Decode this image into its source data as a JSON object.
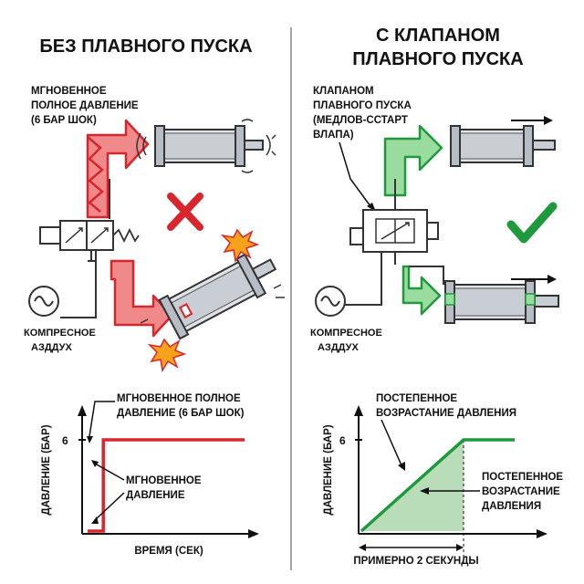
{
  "left": {
    "title": "БЕЗ ПЛАВНОГО ПУСКА",
    "instant_label": [
      "МГНОВЕННОЕ",
      "ПОЛНОЕ ДАВЛЕНИЕ",
      "(6 БАР ШОК)"
    ],
    "air_label": [
      "КОМПРЕСНОЕ",
      "АЗДДУХ"
    ],
    "chart_note_top": [
      "МГНОВЕННОЕ ПОЛНОЕ",
      "ДАВЛЕНИЕ (6 БАР ШОК)"
    ],
    "chart_note_mid": [
      "МГНОВЕННОЕ",
      "ДАВЛЕНИЕ"
    ]
  },
  "right": {
    "title": [
      "С КЛАПАНОМ",
      "ПЛАВНОГО ПУСКА"
    ],
    "valve_label": [
      "КЛАПАНОМ",
      "ПЛАВНОГО ПУСКА",
      "(МЕДЛОВ-ССТАРТ",
      "ВЛАПА)"
    ],
    "air_label": [
      "КОМПРЕСНОЕ",
      "АЗДДУХ"
    ],
    "chart_note_top": [
      "ПОСТЕПЕННОЕ",
      "ВОЗРАСТАНИЕ ДАВЛЕНИЯ"
    ],
    "chart_note_mid": [
      "ПОСТЕПЕННОЕ",
      "ВОЗРАСТАНИЕ",
      "ДАВЛЕНИЯ"
    ],
    "duration_label": "ПРИМЕРНО 2 СЕКУНДЫ"
  },
  "colors": {
    "red": "#d9262c",
    "red_fill": "#f08a8a",
    "green": "#1e9a3c",
    "green_fill": "#7fd08f",
    "shade": "#b9ddb9"
  },
  "icons": {
    "bad": "red-cross-icon",
    "good": "green-check-icon",
    "source": "ac-source-icon"
  },
  "chart_data": [
    {
      "type": "line",
      "ylabel": "ДАВЛЕНИЕ (БАР)",
      "xlabel": "ВРЕМЯ (СЕК)",
      "y_ticks": [
        "6"
      ],
      "series": [
        {
          "x": [
            0,
            0.1,
            0.1,
            1
          ],
          "y": [
            0,
            0,
            6,
            6
          ]
        }
      ]
    },
    {
      "type": "area",
      "ylabel": "ДАВЛЕНИЕ (БАР)",
      "y_ticks": [
        "6"
      ],
      "x_range_label": "ПРИМЕРНО 2 СЕКУНДЫ",
      "series": [
        {
          "x": [
            0,
            2,
            3
          ],
          "y": [
            0,
            6,
            6
          ]
        }
      ]
    }
  ]
}
